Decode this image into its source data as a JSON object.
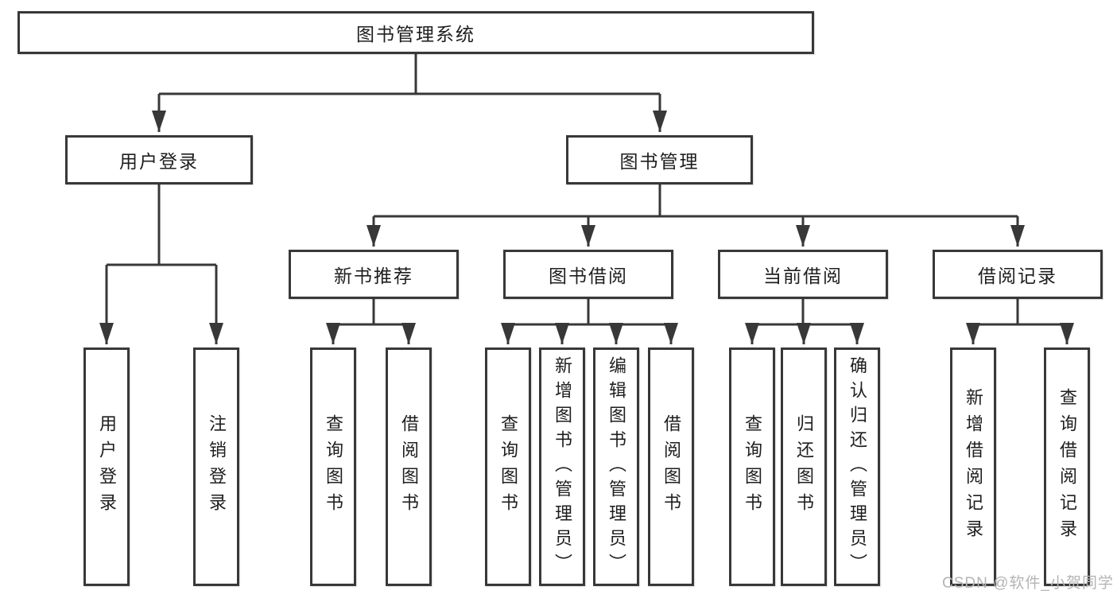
{
  "colors": {
    "line": "#383838",
    "text": "#1e1e1e",
    "box_background": "#ffffff",
    "watermark": "#b4b4b4"
  },
  "tree": {
    "label": "图书管理系统",
    "children": [
      {
        "label": "用户登录",
        "children": [
          {
            "label": "用户登录"
          },
          {
            "label": "注销登录"
          }
        ]
      },
      {
        "label": "图书管理",
        "children": [
          {
            "label": "新书推荐",
            "children": [
              {
                "label": "查询图书"
              },
              {
                "label": "借阅图书"
              }
            ]
          },
          {
            "label": "图书借阅",
            "children": [
              {
                "label": "查询图书"
              },
              {
                "label": "新增图书（管理员）"
              },
              {
                "label": "编辑图书（管理员）"
              },
              {
                "label": "借阅图书"
              }
            ]
          },
          {
            "label": "当前借阅",
            "children": [
              {
                "label": "查询图书"
              },
              {
                "label": "归还图书"
              },
              {
                "label": "确认归还（管理员）"
              }
            ]
          },
          {
            "label": "借阅记录",
            "children": [
              {
                "label": "新增借阅记录"
              },
              {
                "label": "查询借阅记录"
              }
            ]
          }
        ]
      }
    ]
  },
  "watermark": {
    "text": "CSDN @软件_小贺同学"
  }
}
